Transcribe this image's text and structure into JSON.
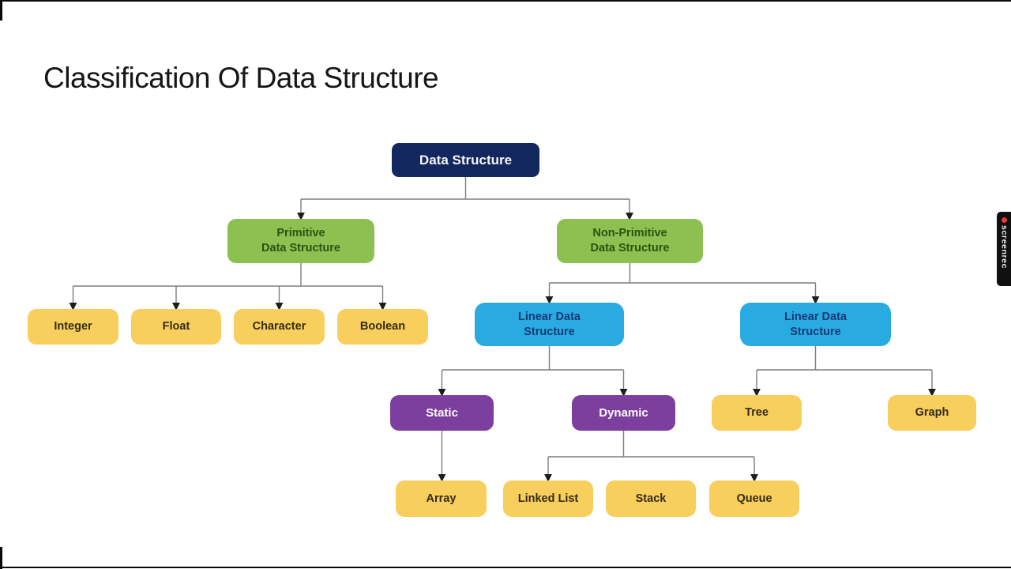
{
  "page": {
    "title": "Classification Of Data Structure"
  },
  "watermark": {
    "label": "screenrec"
  },
  "colors": {
    "root_navy": "#12275e",
    "green": "#8cc152",
    "green_text": "#2b520f",
    "yellow": "#f8ce5d",
    "yellow_text": "#342b13",
    "blue": "#29abe2",
    "blue_text": "#153a75",
    "purple": "#7c3f9e",
    "connector_line": "#7d7d7d",
    "arrowhead": "#1c1c1c"
  },
  "nodes": {
    "root": {
      "label": "Data Structure"
    },
    "primitive": {
      "line1": "Primitive",
      "line2": "Data Structure"
    },
    "non_primitive": {
      "line1": "Non-Primitive",
      "line2": "Data Structure"
    },
    "integer": {
      "label": "Integer"
    },
    "float": {
      "label": "Float"
    },
    "character": {
      "label": "Character"
    },
    "boolean": {
      "label": "Boolean"
    },
    "linear_left": {
      "line1": "Linear Data",
      "line2": "Structure"
    },
    "linear_right": {
      "line1": "Linear Data",
      "line2": "Structure"
    },
    "static": {
      "label": "Static"
    },
    "dynamic": {
      "label": "Dynamic"
    },
    "tree": {
      "label": "Tree"
    },
    "graph": {
      "label": "Graph"
    },
    "array": {
      "label": "Array"
    },
    "linked_list": {
      "label": "Linked List"
    },
    "stack": {
      "label": "Stack"
    },
    "queue": {
      "label": "Queue"
    }
  },
  "edges": [
    [
      "Data Structure",
      "Primitive Data Structure"
    ],
    [
      "Data Structure",
      "Non-Primitive Data Structure"
    ],
    [
      "Primitive Data Structure",
      "Integer"
    ],
    [
      "Primitive Data Structure",
      "Float"
    ],
    [
      "Primitive Data Structure",
      "Character"
    ],
    [
      "Primitive Data Structure",
      "Boolean"
    ],
    [
      "Non-Primitive Data Structure",
      "Linear Data Structure (left)"
    ],
    [
      "Non-Primitive Data Structure",
      "Linear Data Structure (right)"
    ],
    [
      "Linear Data Structure (left)",
      "Static"
    ],
    [
      "Linear Data Structure (left)",
      "Dynamic"
    ],
    [
      "Linear Data Structure (right)",
      "Tree"
    ],
    [
      "Linear Data Structure (right)",
      "Graph"
    ],
    [
      "Static",
      "Array"
    ],
    [
      "Dynamic",
      "Linked List"
    ],
    [
      "Dynamic",
      "Queue"
    ]
  ]
}
